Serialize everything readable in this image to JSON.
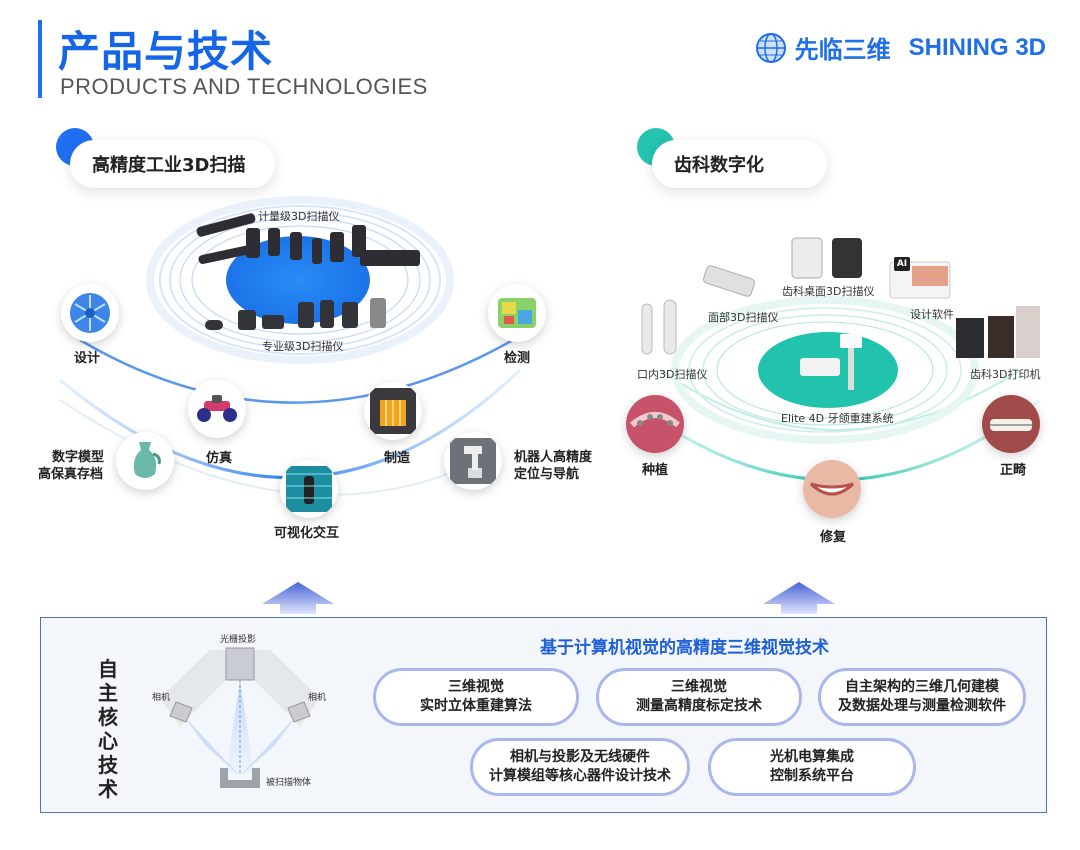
{
  "header": {
    "title_cn": "产品与技术",
    "title_en": "PRODUCTS AND TECHNOLOGIES",
    "brand_cn": "先临三维",
    "brand_en": "SHINING 3D",
    "brand_icon": "globe-logo-icon"
  },
  "industrial": {
    "pill": "高精度工业3D扫描",
    "metrology_label": "计量级3D扫描仪",
    "professional_label": "专业级3D扫描仪",
    "nodes": {
      "design": "设计",
      "inspection": "检测",
      "simulation": "仿真",
      "manufacturing": "制造",
      "digital_model_1": "数字模型",
      "digital_model_2": "高保真存档",
      "robot_1": "机器人高精度",
      "robot_2": "定位与导航",
      "visual_interaction": "可视化交互"
    }
  },
  "dental": {
    "pill": "齿科数字化",
    "desktop_scanner": "齿科桌面3D扫描仪",
    "face_scanner": "面部3D扫描仪",
    "design_software": "设计软件",
    "intraoral_scanner": "口内3D扫描仪",
    "printer": "齿科3D打印机",
    "jaw_system": "Elite 4D 牙颌重建系统",
    "ai_badge": "AI",
    "nodes": {
      "implant": "种植",
      "orthodontics": "正畸",
      "restoration": "修复"
    }
  },
  "core": {
    "vertical_title": [
      "自",
      "主",
      "核",
      "心",
      "技",
      "术"
    ],
    "title": "基于计算机视觉的高精度三维视觉技术",
    "diagram": {
      "projector": "光栅投影",
      "camera_left": "相机",
      "camera_right": "相机",
      "object": "被扫描物体"
    },
    "techs": [
      {
        "l1": "三维视觉",
        "l2": "实时立体重建算法"
      },
      {
        "l1": "三维视觉",
        "l2": "测量高精度标定技术"
      },
      {
        "l1": "自主架构的三维几何建模",
        "l2": "及数据处理与测量检测软件"
      },
      {
        "l1": "相机与投影及无线硬件",
        "l2": "计算模组等核心器件设计技术"
      },
      {
        "l1": "光机电算集成",
        "l2": "控制系统平台"
      }
    ]
  },
  "colors": {
    "accent_blue": "#1e6ff0",
    "teal": "#24c4b0",
    "core_border": "#4d6fd0",
    "pill_chip_border": "#aab6ee"
  }
}
